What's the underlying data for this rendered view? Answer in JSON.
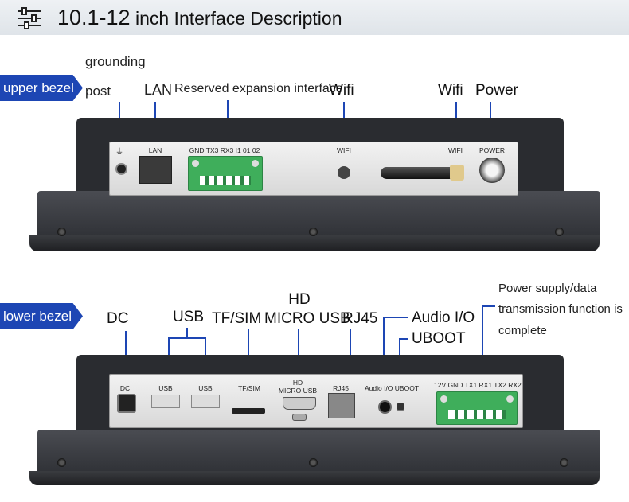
{
  "header": {
    "title_main": "10.1-12",
    "title_rest": " inch Interface Description",
    "icon": "sliders-icon"
  },
  "upper": {
    "tag": "upper bezel",
    "labels": {
      "grounding_post_1": "grounding",
      "grounding_post_2": "post",
      "lan": "LAN",
      "reserved": "Reserved expansion interface",
      "wifi1": "Wifi",
      "wifi2": "Wifi",
      "power": "Power"
    },
    "plate": {
      "ground_symbol": "⏚",
      "lan": "LAN",
      "terminal": "GND TX3 RX3 I1 01 02",
      "wifi1": "WIFI",
      "wifi2": "WIFI",
      "power": "POWER"
    }
  },
  "lower": {
    "tag": "lower bezel",
    "labels": {
      "dc": "DC",
      "usb": "USB",
      "tfsim": "TF/SIM",
      "hd_1": "HD",
      "hd_2": "MICRO USB",
      "rj45": "RJ45",
      "audio": "Audio I/O",
      "uboot": "UBOOT",
      "power_note_1": "Power supply/data",
      "power_note_2": "transmission function is",
      "power_note_3": "complete"
    },
    "plate": {
      "dc": "DC",
      "usb1": "USB",
      "usb2": "USB",
      "tfsim": "TF/SIM",
      "hd_1": "HD",
      "hd_2": "MICRO USB",
      "rj45": "RJ45",
      "audio_uboot": "Audio I/O UBOOT",
      "terminal": "12V GND TX1 RX1 TX2 RX2"
    }
  },
  "colors": {
    "accent": "#1d46b4",
    "terminal_green": "#3fae5b",
    "device": "#2a2c30"
  }
}
